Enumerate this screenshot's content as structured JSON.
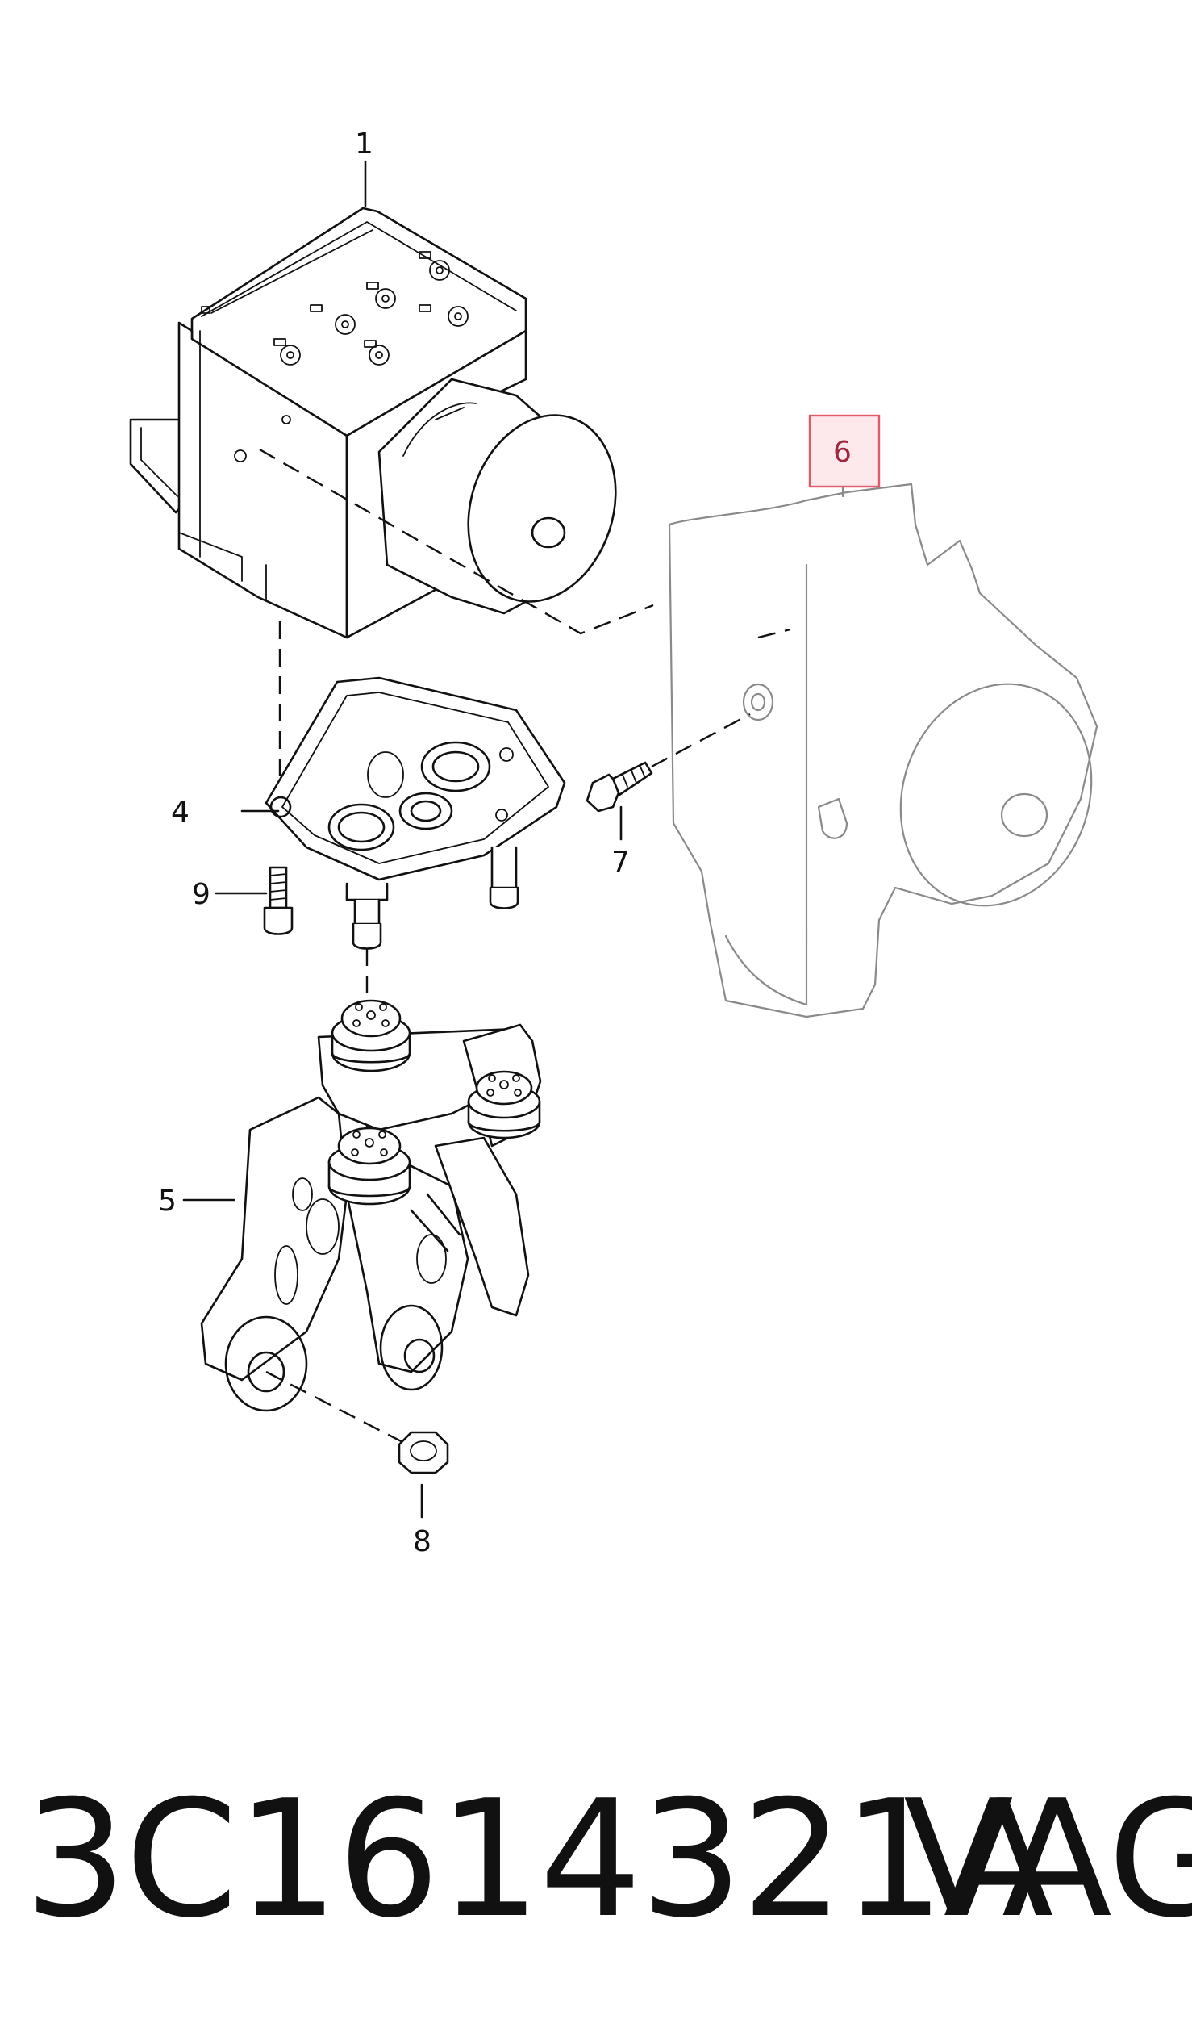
{
  "diagram": {
    "callouts": [
      {
        "id": "1",
        "label": "1"
      },
      {
        "id": "4",
        "label": "4"
      },
      {
        "id": "5",
        "label": "5"
      },
      {
        "id": "6",
        "label": "6",
        "highlighted": true
      },
      {
        "id": "7",
        "label": "7"
      },
      {
        "id": "8",
        "label": "8"
      },
      {
        "id": "9",
        "label": "9"
      }
    ],
    "highlight_color": "#e05a6a"
  },
  "footer": {
    "part_number": "3C1614321A",
    "brand": "VAG"
  }
}
